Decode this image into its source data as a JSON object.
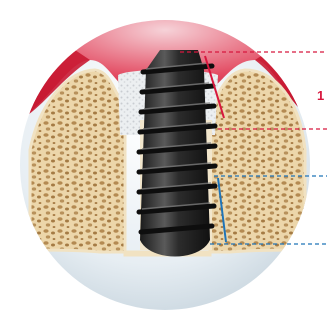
{
  "diagram": {
    "callout_number": "1",
    "colors": {
      "gum": "#c9182e",
      "gum_light": "#f3c7cf",
      "bone": "#e8cfa0",
      "bone_pore": "#b3894f",
      "bone_surface": "#f5e9cf",
      "implant": "#2a2a2a",
      "implant_highlight": "#6b6b6b",
      "marker_red": "#d8173e",
      "marker_blue": "#1f74b8",
      "sphere": "#dfe8ee",
      "graft": "#e9ecef"
    },
    "icons": [
      "dental-implant-icon",
      "bone-cross-section",
      "gum-tissue"
    ]
  }
}
